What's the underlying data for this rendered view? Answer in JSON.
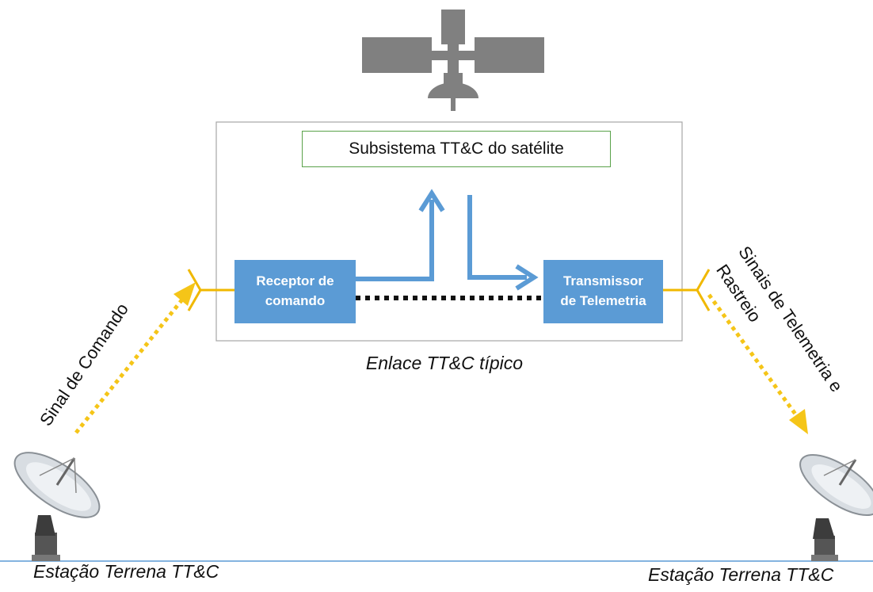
{
  "satellite_subsystem": {
    "label": "Subsistema TT&C do satélite"
  },
  "receiver": {
    "line1": "Receptor de",
    "line2": "comando"
  },
  "transmitter": {
    "line1": "Transmissor",
    "line2": "de Telemetria"
  },
  "link_caption": "Enlace TT&C típico",
  "command_signal": "Sinal de Comando",
  "telemetry_signal": {
    "line1": "Sinais de Telemetria e",
    "line2": "Rastreio"
  },
  "stations": {
    "left": "Estação Terrena TT&C",
    "right": "Estação Terrena TT&C"
  },
  "colors": {
    "block": "#5b9bd5",
    "arrow": "#5b9bd5",
    "signal": "#f5c518",
    "antenna": "#f0b800",
    "subsystem_border": "#5aa24a",
    "ground_line": "#5b9bd5",
    "satellite": "#808080"
  },
  "icons": [
    "satellite-icon",
    "dish-antenna-icon"
  ]
}
